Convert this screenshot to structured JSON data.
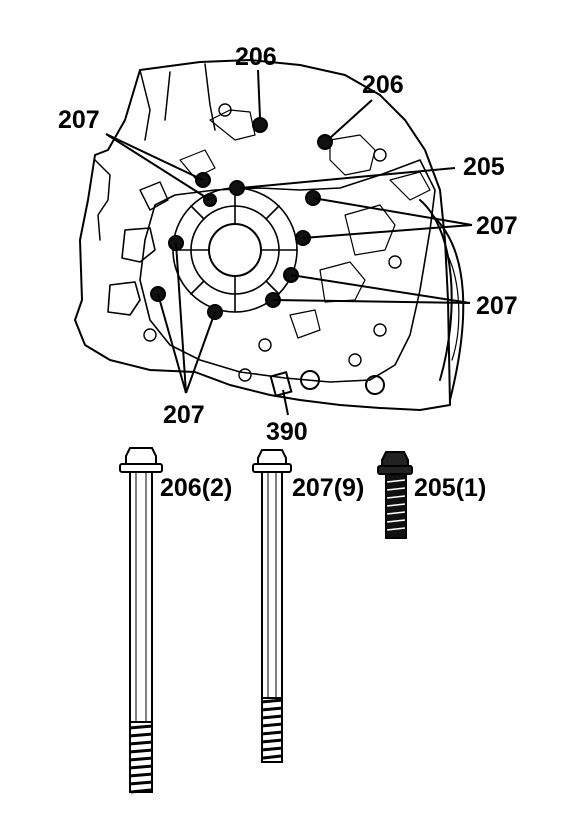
{
  "callouts": {
    "top_206": "206",
    "right_206": "206",
    "upper_left_207": "207",
    "right_205": "205",
    "right_upper_207": "207",
    "right_lower_207": "207",
    "bottom_207": "207",
    "bottom_390": "390"
  },
  "fasteners": [
    {
      "label": "206(2)"
    },
    {
      "label": "207(9)"
    },
    {
      "label": "205(1)"
    }
  ]
}
